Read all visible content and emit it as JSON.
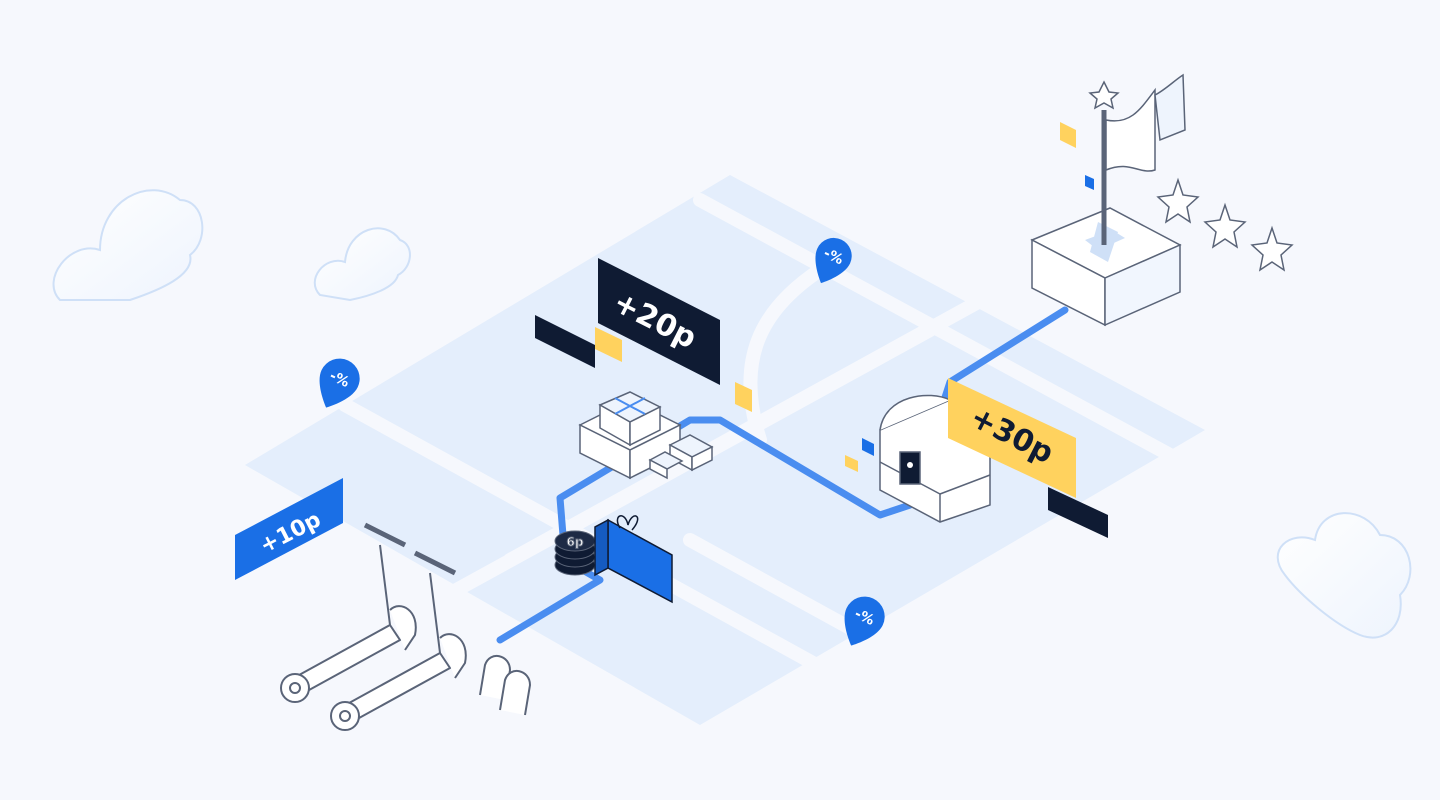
{
  "rewards": {
    "first": "+10р",
    "second": "+20р",
    "third": "+30р"
  },
  "pins": {
    "discount": "-%"
  },
  "coin": {
    "label": "6р"
  },
  "colors": {
    "background": "#f6f8fd",
    "map_block": "#e4eefc",
    "route": "#4a8df0",
    "brand_blue": "#1a6fe6",
    "dark": "#0f1b33",
    "yellow": "#ffd25e",
    "outline": "#5a6478"
  },
  "icons": [
    "cloud-icon",
    "scooter-icon",
    "bike-rack-icon",
    "gift-box-icon",
    "coin-stack-icon",
    "treasure-chest-icon",
    "flag-icon",
    "star-icon",
    "location-pin-icon"
  ]
}
